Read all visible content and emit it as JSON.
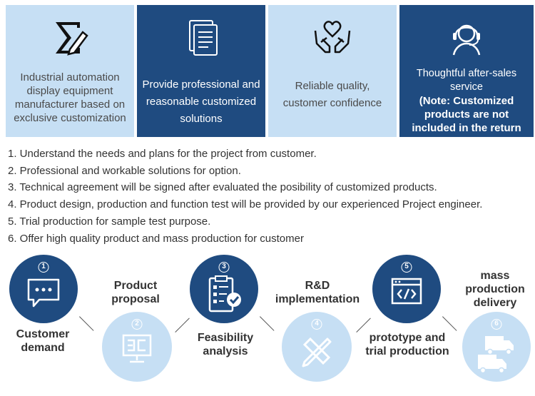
{
  "cards": [
    {
      "text": "Industrial automation display equipment manufacturer based on exclusive customization",
      "icon": "sigma-pen-icon"
    },
    {
      "text": "Provide professional and reasonable customized solutions",
      "icon": "document-icon"
    },
    {
      "text": "Reliable quality, customer confidence",
      "icon": "heart-hands-icon"
    },
    {
      "text": "Thoughtful after-sales service",
      "note": "(Note: Customized products are not included in the return range)",
      "icon": "headset-icon"
    }
  ],
  "steps": [
    "1. Understand the needs and plans for the project from customer.",
    "2. Professional and workable solutions for option.",
    "3. Technical agreement will be signed after evaluated the posibility of customized products.",
    "4. Product design, production and function test will be provided by our experienced Project engineer.",
    "5. Trial production for sample test purpose.",
    "6. Offer high quality product and mass production for customer"
  ],
  "process": [
    {
      "num": "1",
      "label_1": "Customer",
      "label_2": "demand",
      "icon": "chat-bubble-icon"
    },
    {
      "num": "2",
      "label_1": "Product",
      "label_2": "proposal",
      "icon": "monitor-icon"
    },
    {
      "num": "3",
      "label_1": "Feasibility",
      "label_2": "analysis",
      "icon": "clipboard-check-icon"
    },
    {
      "num": "4",
      "label_1": "R&D",
      "label_2": "implementation",
      "icon": "ruler-pencil-icon"
    },
    {
      "num": "5",
      "label_1": "prototype and",
      "label_2": "trial production",
      "icon": "code-window-icon"
    },
    {
      "num": "6",
      "label_1": "mass",
      "label_2": "production",
      "label_3": "delivery",
      "icon": "delivery-truck-icon"
    }
  ],
  "colors": {
    "dark_blue": "#1f4b80",
    "light_blue": "#c6dff4"
  }
}
